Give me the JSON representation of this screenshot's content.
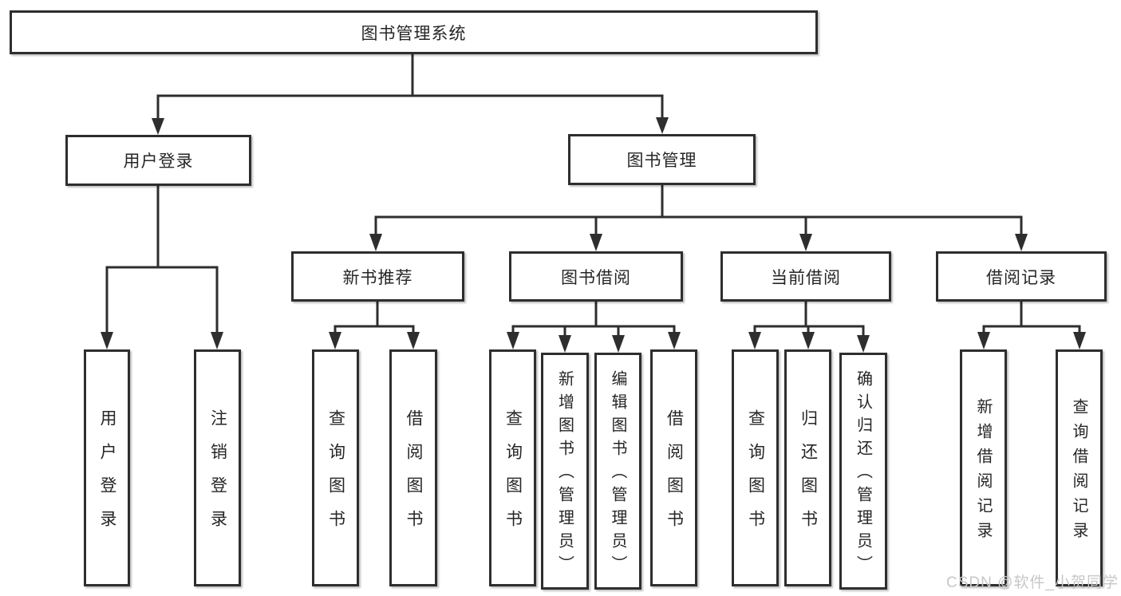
{
  "tree": {
    "root": {
      "label": "图书管理系统"
    },
    "children": [
      {
        "label": "用户登录",
        "children": [
          {
            "label": "用户登录"
          },
          {
            "label": "注销登录"
          }
        ]
      },
      {
        "label": "图书管理",
        "children": [
          {
            "label": "新书推荐",
            "children": [
              {
                "label": "查询图书"
              },
              {
                "label": "借阅图书"
              }
            ]
          },
          {
            "label": "图书借阅",
            "children": [
              {
                "label": "查询图书"
              },
              {
                "label": "新增图书（管理员）"
              },
              {
                "label": "编辑图书（管理员）"
              },
              {
                "label": "借阅图书"
              }
            ]
          },
          {
            "label": "当前借阅",
            "children": [
              {
                "label": "查询图书"
              },
              {
                "label": "归还图书"
              },
              {
                "label": "确认归还（管理员）"
              }
            ]
          },
          {
            "label": "借阅记录",
            "children": [
              {
                "label": "新增借阅记录"
              },
              {
                "label": "查询借阅记录"
              }
            ]
          }
        ]
      }
    ]
  },
  "watermark": {
    "label": "CSDN @软件_小贺同学"
  },
  "colors": {
    "line": "#2e2e2e",
    "text": "#262626",
    "background": "#ffffff",
    "watermark": "#c7c7c7"
  }
}
